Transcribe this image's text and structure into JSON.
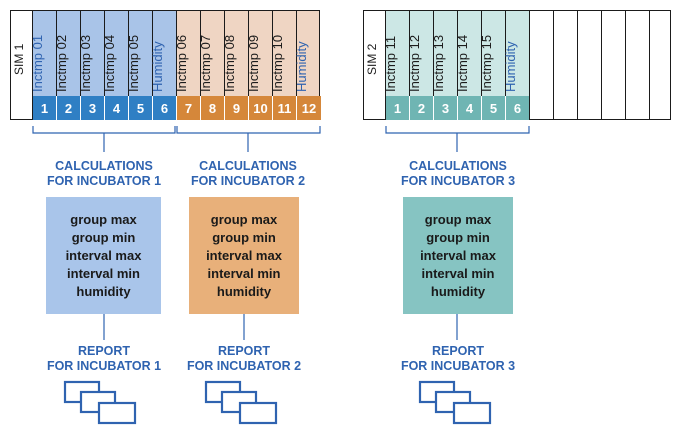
{
  "colors": {
    "blue_header": "#a9c4e8",
    "blue_num": "#2f7fc4",
    "orange_header": "#efd5c3",
    "orange_num": "#d5873a",
    "teal_header": "#cce7e5",
    "teal_num": "#6fb5b3",
    "calc1": "#a9c5ea",
    "calc2": "#e8b07a",
    "calc3": "#86c4c2",
    "accent": "#2f63b0"
  },
  "sim1": {
    "label": "SIM 1",
    "slots": [
      {
        "name": "Inctmp 01",
        "num": "1"
      },
      {
        "name": "Inctmp 02",
        "num": "2"
      },
      {
        "name": "Inctmp 03",
        "num": "3"
      },
      {
        "name": "Inctmp 04",
        "num": "4"
      },
      {
        "name": "Inctmp 05",
        "num": "5"
      },
      {
        "name": "Humidity",
        "num": "6"
      },
      {
        "name": "Inctmp 06",
        "num": "7"
      },
      {
        "name": "Inctmp 07",
        "num": "8"
      },
      {
        "name": "Inctmp 08",
        "num": "9"
      },
      {
        "name": "Inctmp 09",
        "num": "10"
      },
      {
        "name": "Inctmp 10",
        "num": "11"
      },
      {
        "name": "Humidity",
        "num": "12"
      }
    ]
  },
  "sim2": {
    "label": "SIM 2",
    "slots": [
      {
        "name": "Inctmp 11",
        "num": "1"
      },
      {
        "name": "Inctmp 12",
        "num": "2"
      },
      {
        "name": "Inctmp 13",
        "num": "3"
      },
      {
        "name": "Inctmp 14",
        "num": "4"
      },
      {
        "name": "Inctmp 15",
        "num": "5"
      },
      {
        "name": "Humidity",
        "num": "6"
      }
    ]
  },
  "incubators": [
    {
      "calc_title_1": "CALCULATIONS",
      "calc_title_2": "FOR INCUBATOR 1",
      "calcs": [
        "group max",
        "group min",
        "interval max",
        "interval min",
        "humidity"
      ],
      "report_title_1": "REPORT",
      "report_title_2": "FOR INCUBATOR 1"
    },
    {
      "calc_title_1": "CALCULATIONS",
      "calc_title_2": "FOR INCUBATOR 2",
      "calcs": [
        "group max",
        "group min",
        "interval max",
        "interval min",
        "humidity"
      ],
      "report_title_1": "REPORT",
      "report_title_2": "FOR INCUBATOR 2"
    },
    {
      "calc_title_1": "CALCULATIONS",
      "calc_title_2": "FOR INCUBATOR 3",
      "calcs": [
        "group max",
        "group min",
        "interval max",
        "interval min",
        "humidity"
      ],
      "report_title_1": "REPORT",
      "report_title_2": "FOR INCUBATOR 3"
    }
  ]
}
